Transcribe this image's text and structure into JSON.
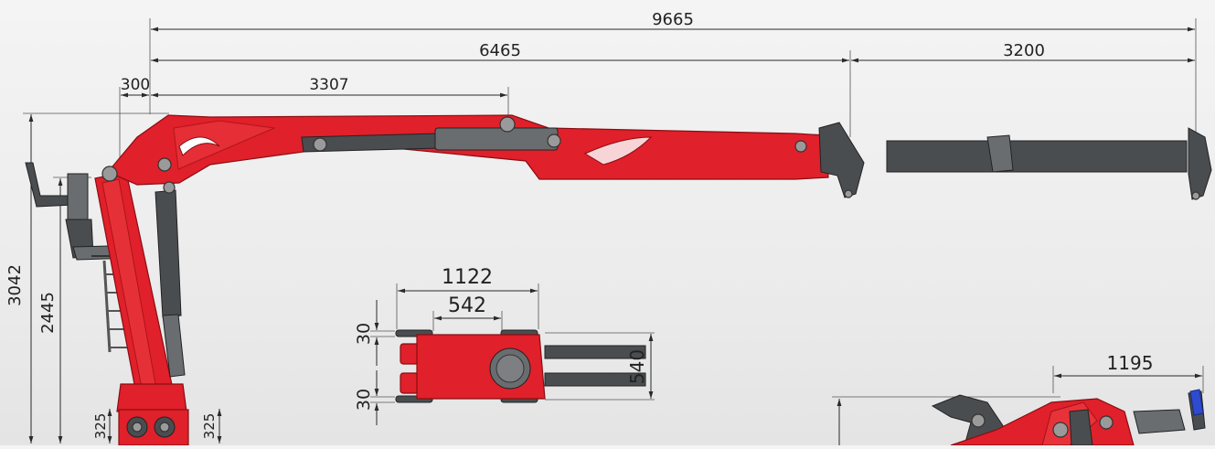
{
  "dimensions": {
    "total_reach": "9665",
    "hydraulic_reach": "6465",
    "extension": "3200",
    "column_offset": "300",
    "inner_boom": "3307",
    "overall_height": "3042",
    "seat_height": "2445",
    "base_left": "325",
    "base_right": "325",
    "base_width": "1122",
    "base_inner": "542",
    "leg_top": "30",
    "leg_bottom": "30",
    "base_depth": "540",
    "fold_width": "1195"
  },
  "colors": {
    "crane_red": "#e0202a",
    "cylinder_grey": "#4a4d50",
    "background": "#ececec"
  }
}
